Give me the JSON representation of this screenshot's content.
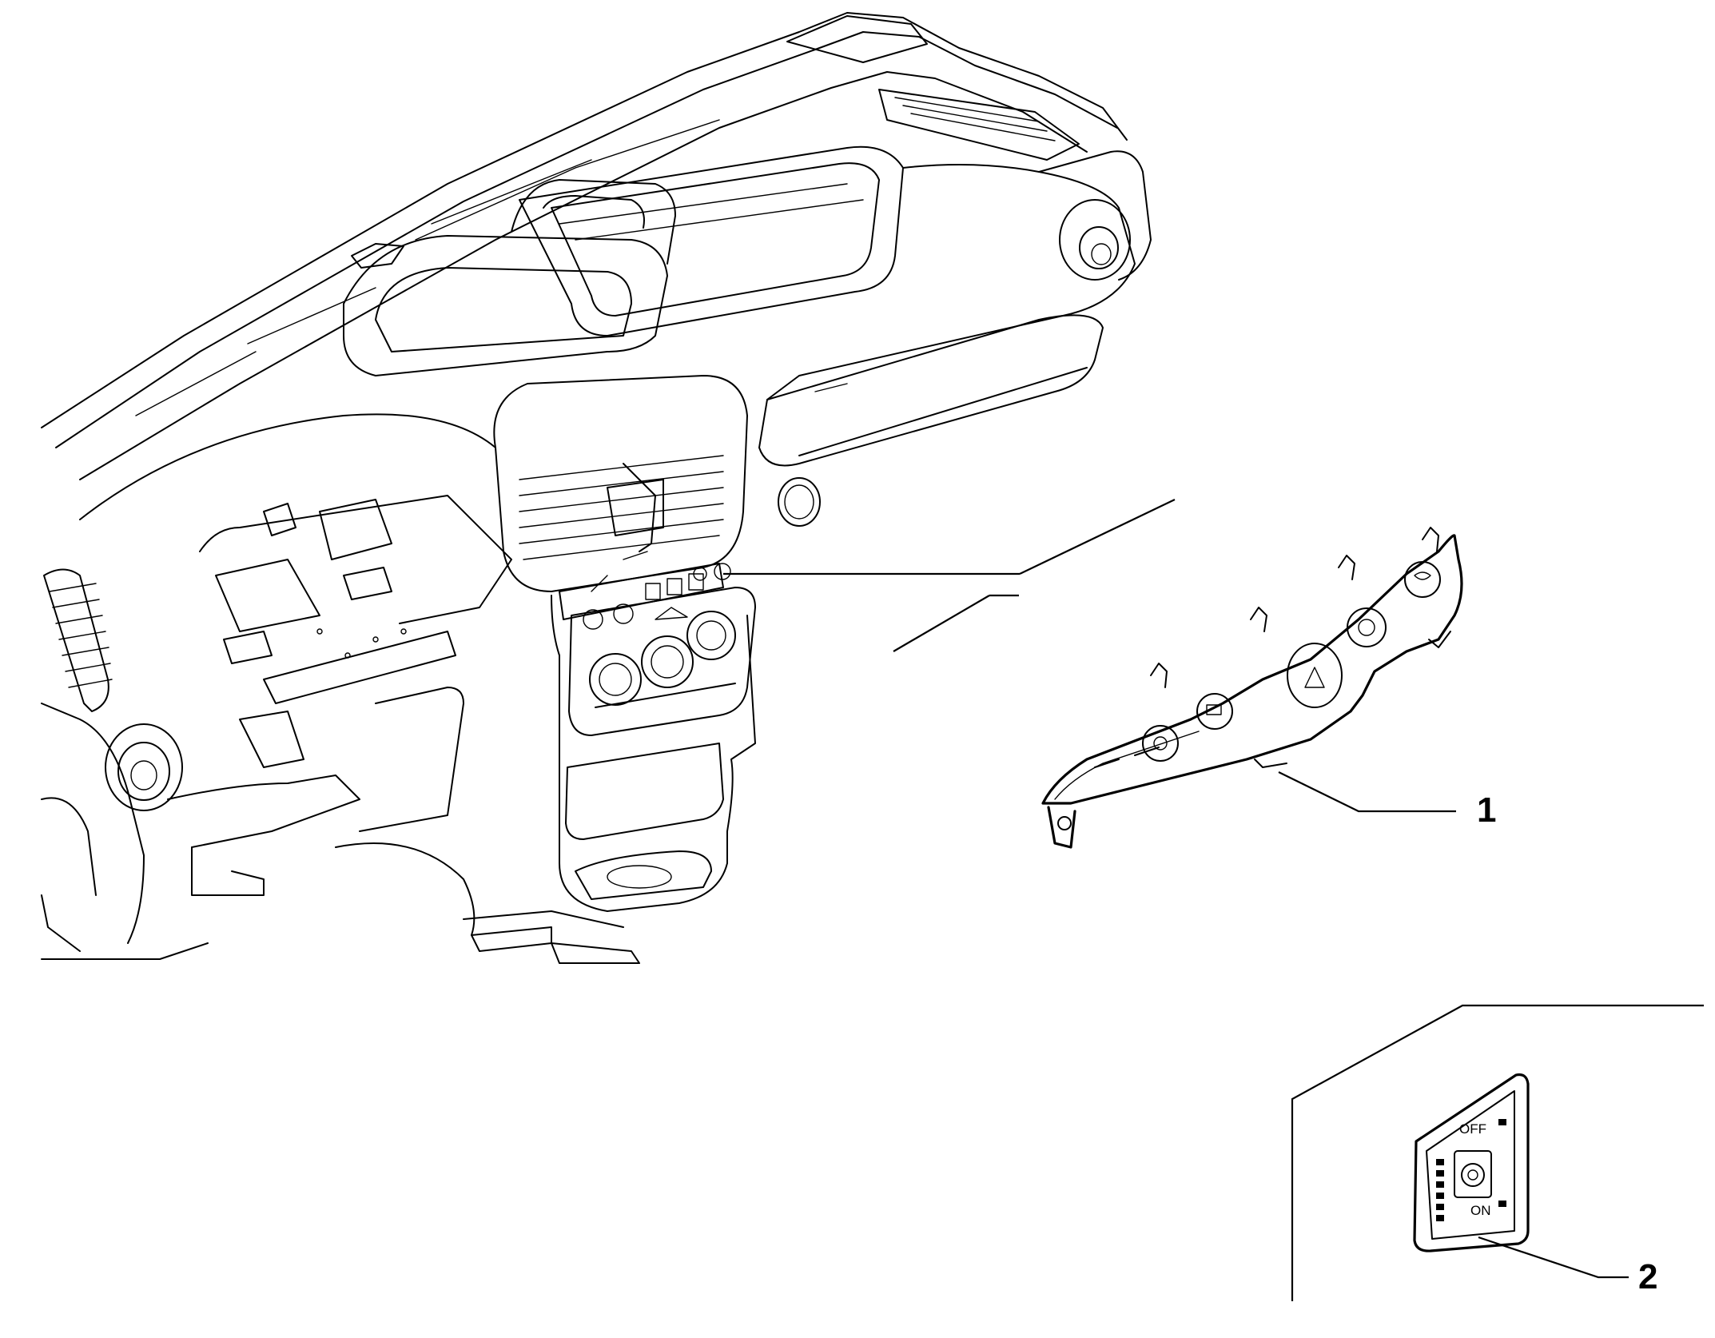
{
  "diagram": {
    "callouts": [
      {
        "label": "1",
        "part": "switch-panel"
      },
      {
        "label": "2",
        "part": "switch-module"
      }
    ],
    "switch_module_text": {
      "off": "OFF",
      "on": "ON"
    }
  }
}
